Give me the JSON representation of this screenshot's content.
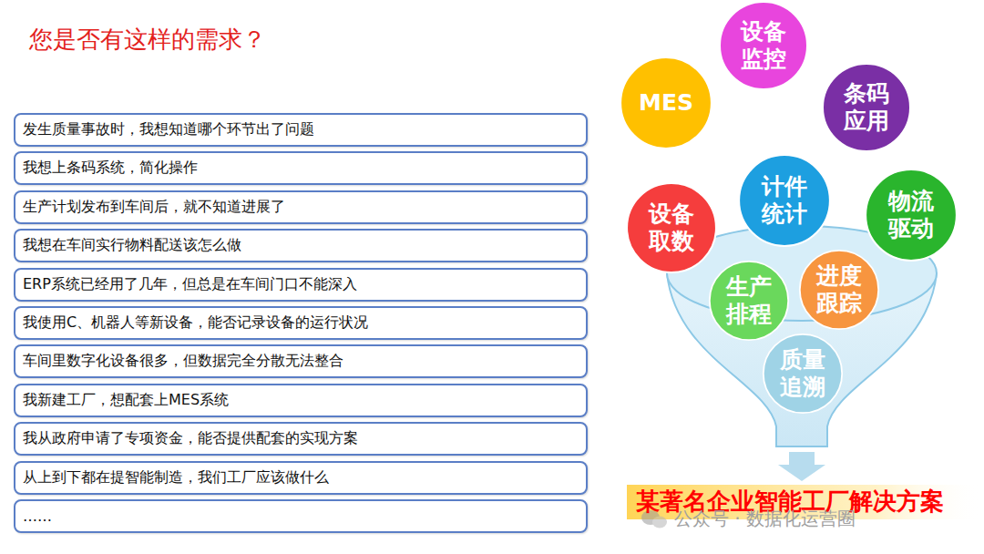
{
  "diagram": {
    "title": "您是否有这样的需求？",
    "nodes": [
      {
        "text": [
          "发生质量事故时，我想知道哪个环节出了问题"
        ]
      },
      {
        "text": [
          "我想上条码系统，简化操作"
        ]
      },
      {
        "text": [
          "生产计划发布到车间后，就不知道进展了"
        ]
      },
      {
        "text": [
          "我想在车间实行物料配送该怎么做"
        ]
      },
      {
        "text": [
          "ERP系统已经用了几年，但总是在车间门口不能深入"
        ]
      },
      {
        "text": [
          "我使用C、机器人等新设备，能否记录设备的运行状况"
        ]
      },
      {
        "text": [
          "车间里数字化设备很多，但数据完全分散无法整合"
        ]
      },
      {
        "text": [
          "我新建工厂，想配套上MES系统"
        ]
      },
      {
        "text": [
          "我从政府申请了专项资金，能否提供配套的实现方案"
        ]
      },
      {
        "text": [
          "从上到下都在提智能制造，我们工厂应该做什么"
        ]
      },
      {
        "text": [
          "……"
        ]
      },
      {
        "text": [
          "设备 监控"
        ]
      },
      {
        "text": [
          "MES"
        ]
      },
      {
        "text": [
          "条码 应用"
        ]
      },
      {
        "text": [
          "设备 取数"
        ]
      },
      {
        "text": [
          "计件 统计"
        ]
      },
      {
        "text": [
          "物流 驱动"
        ]
      },
      {
        "text": [
          "生产 排程"
        ]
      },
      {
        "text": [
          "进度 跟踪"
        ]
      },
      {
        "text": [
          "质量 追溯"
        ]
      }
    ],
    "labels": [
      "某著名企业智能工厂解决方案",
      "公众号 · 数据化运营圈"
    ]
  }
}
